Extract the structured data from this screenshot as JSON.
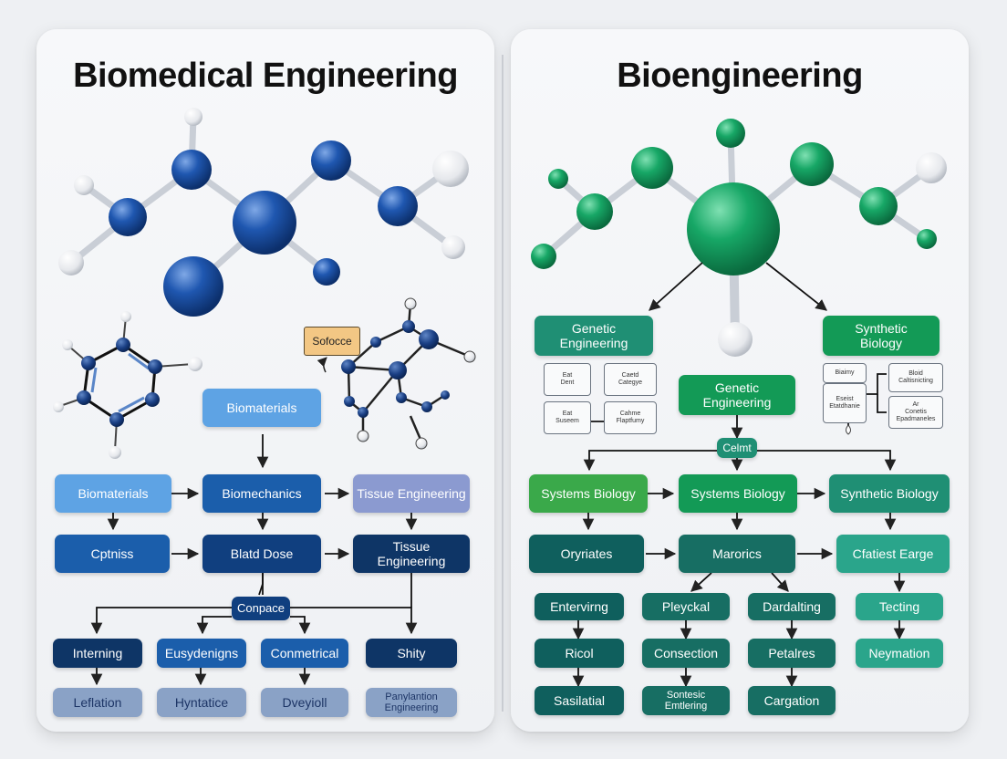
{
  "left": {
    "title": "Biomedical Engineering",
    "sticky_note": "Sofocce",
    "top_box": "Biomaterials",
    "row1": [
      "Biomaterials",
      "Biomechanics",
      "Tissue Engineering"
    ],
    "row2": [
      "Cptniss",
      "Blatd Dose",
      "Tissue\nEngineering"
    ],
    "hub": "Conpace",
    "row3": [
      "Interning",
      "Eusydenigns",
      "Conmetrical",
      "Shity"
    ],
    "row4": [
      "Leflation",
      "Hyntatice",
      "Dveyioll",
      "Panylantion\nEngineering"
    ]
  },
  "right": {
    "title": "Bioengineering",
    "top_left": "Genetic\nEngineering",
    "top_right": "Synthetic\nBiology",
    "center": "Genetic\nEngineering",
    "hub": "Celmt",
    "mini_left": [
      "Eat\nDent",
      "Caetd\nCategye",
      "Eat\nSuseem",
      "Cahme\nFlaptfumy"
    ],
    "mini_right": [
      "Biaimy",
      "Bloid\nCaltisnicting",
      "Eseist\nEtatdhanie",
      "Ar\nConetis\nEpadmaneles"
    ],
    "row1": [
      "Systems Biology",
      "Systems Biology",
      "Synthetic Biology"
    ],
    "row2": [
      "Oryriates",
      "Marorics",
      "Cfatiest Earge"
    ],
    "row3": [
      "Entervirng",
      "Pleyckal",
      "Dardalting",
      "Tecting"
    ],
    "row4": [
      "Ricol",
      "Consection",
      "Petalres",
      "Neymation"
    ],
    "row5": [
      "Sasilatial",
      "Sontesic Emtlering",
      "Cargation"
    ]
  }
}
